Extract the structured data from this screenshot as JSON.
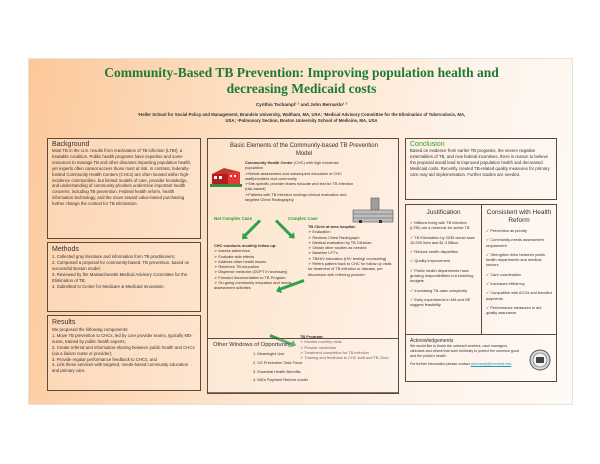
{
  "header": {
    "title_line1": "Community-Based TB Prevention: Improving population health and",
    "title_line2": "decreasing Medicaid costs",
    "authors": "Cynthia Tschampl¹ ² and John Bernardo²  ³",
    "affiliations_line1": "¹Heller School for Social Policy and Management, Brandeis University, Waltham, MA, USA; ²Medical Advisory Committee for the Elimination of Tuberculosis, MA,",
    "affiliations_line2": "USA; ³Pulmonary Section, Boston University School of Medicine, MA, USA"
  },
  "background": {
    "heading": "Background",
    "body": "Most TB in the U.S. results from reactivation of TB infection (LTBI), a treatable condition. Public health programs have expertise and some resources to manage TB and other diseases impacting population health, yet experts often cannot access those most at risk. In contrast, federally-funded Community Health Centers (CHCs) are often located within high-incidence communities, but limited models of care, provider knowledge, and understanding of community priorities undermine important health concerns, including TB prevention. Federal health reform, health information technology, and the move toward value-based purchasing further change the context for TB elimination."
  },
  "methods": {
    "heading": "Methods",
    "items": [
      "1. Collected gray literature and information from TB practitioners;",
      "2. Composed a proposal for community-based, TB prevention, based on successful Boston model;",
      "3. Reviewed by the Massachusetts Medical Advisory Committee for the Elimination of TB;",
      "4. Submitted to Center for Medicare & Medicaid Innovation."
    ]
  },
  "results": {
    "heading": "Results",
    "intro": "We proposed the following components:",
    "items": [
      "1. Move TB prevention to CHCs, led by core provider teams, typically MD-nurse, trained by public health experts;",
      "2. Create referral and information-sharing between public health and CHCs (via a liaison nurse or provider);",
      "3. Provide regular performance feedback to CHCs; and",
      "4. Link these services with targeted, needs-based community education and primary care."
    ]
  },
  "model": {
    "heading": "Basic Elements of the Community-based TB Prevention Model",
    "chc_title": "Community Health Center",
    "chc_title_rest": " (CHC) with high incidence population",
    "chc_items": [
      "➢Needs assessment and subsequent education of CHC staff/providers and community",
      "➢Site-specific provider teams educate and test for TB infection (risk-based)",
      "➢Patients with TB infection undergo clinical evaluation and targeted Chest Radiography"
    ],
    "label_not_complex": "Not Complex Case",
    "label_complex": "Complex Case",
    "followup_title": "CHC conducts monthly follow up:",
    "followup_items": [
      "➢ Assess adherence",
      "➢ Evaluate side effects",
      "➢ Address other health issues",
      "➢ Reinforce TB education",
      "➢ Dispense medicine (DOPT if necessary)",
      "➢ Forward documentation to TB Program",
      "➢ On-going community education and needs-assessment activities"
    ],
    "clinic_title": "TB Clinic at area hospital:",
    "clinic_items": [
      "➢ Evaluation",
      "➢ Reviews Chest Radiograph",
      "➢ Medical evaluation by TB Clinician",
      "➢ Obtain other studies as needed",
      "➢ Baseline LFT's",
      "➢ TB/HIV education (HIV testing/ counseling)",
      "➢ Refers patient back to CHC for follow up visits for treatment of TB infection or disease, per discussion with referring provider"
    ],
    "program_title": "TB Program:",
    "program_items": [
      "➢ Monitor monthly visits",
      "➢ Provide medicines",
      "➢ Treatment completion for TB infection",
      "➢ Training and feedback to CHC staff and TB Clinic"
    ]
  },
  "windows": {
    "heading": "Other Windows of Opportunity",
    "items": [
      "1.   Meaningful Use",
      "2.   US Prevention Task Force",
      "3.   Essential Health Benefits",
      "4.   MA's Payment Reform model"
    ]
  },
  "conclusion": {
    "heading": "Conclusion",
    "body": "Based on evidence from earlier TB programs, the severe negative externalities of TB, and new federal incentives, there is reason to believe the proposal would lead to improved population health and decreased Medicaid costs. Recently created TB-related quality measures for primary care may aid implementation. Further studies are needed."
  },
  "justification": {
    "heading": "Justification",
    "items": [
      "✓  Millions living with TB infection (LTBI) are a reservoir for active TB",
      "✓  TB Elimination by 2035 would save 15,200 lives and $1.3 Billion",
      "✓  Reduce health disparities",
      "✓  Quality improvement",
      "✓  Public health departments have growing responsibilities but shrinking budgets",
      "✓  Increasing TB-case complexity",
      "✓  Early experiments in MA and NE suggest feasibility"
    ]
  },
  "reform": {
    "heading": "Consistent with Health Reform",
    "items": [
      "✓  Prevention as priority",
      "✓  Community-needs assessment requirement",
      "✓  Strengthen links between public health departments and medical sectors",
      "✓  Care coordination",
      "✓  Increased efficiency",
      "✓  Compatible with ACOs and bundled payments",
      "✓  Performance measures to aid quality assurance"
    ]
  },
  "acknowledgements": {
    "heading": "Acknowledgements",
    "body": "We would like to thank the outreach workers, case managers, clinicians and others that work tirelessly to protect the common good and the public's health.",
    "contact_prefix": "For further information please contact ",
    "contact_link": "ctschampl@brandeis.edu"
  },
  "colors": {
    "title_green": "#1e7b32",
    "accent_green": "#2aa131",
    "border": "#5a4a3e",
    "link": "#1a9bb5"
  }
}
